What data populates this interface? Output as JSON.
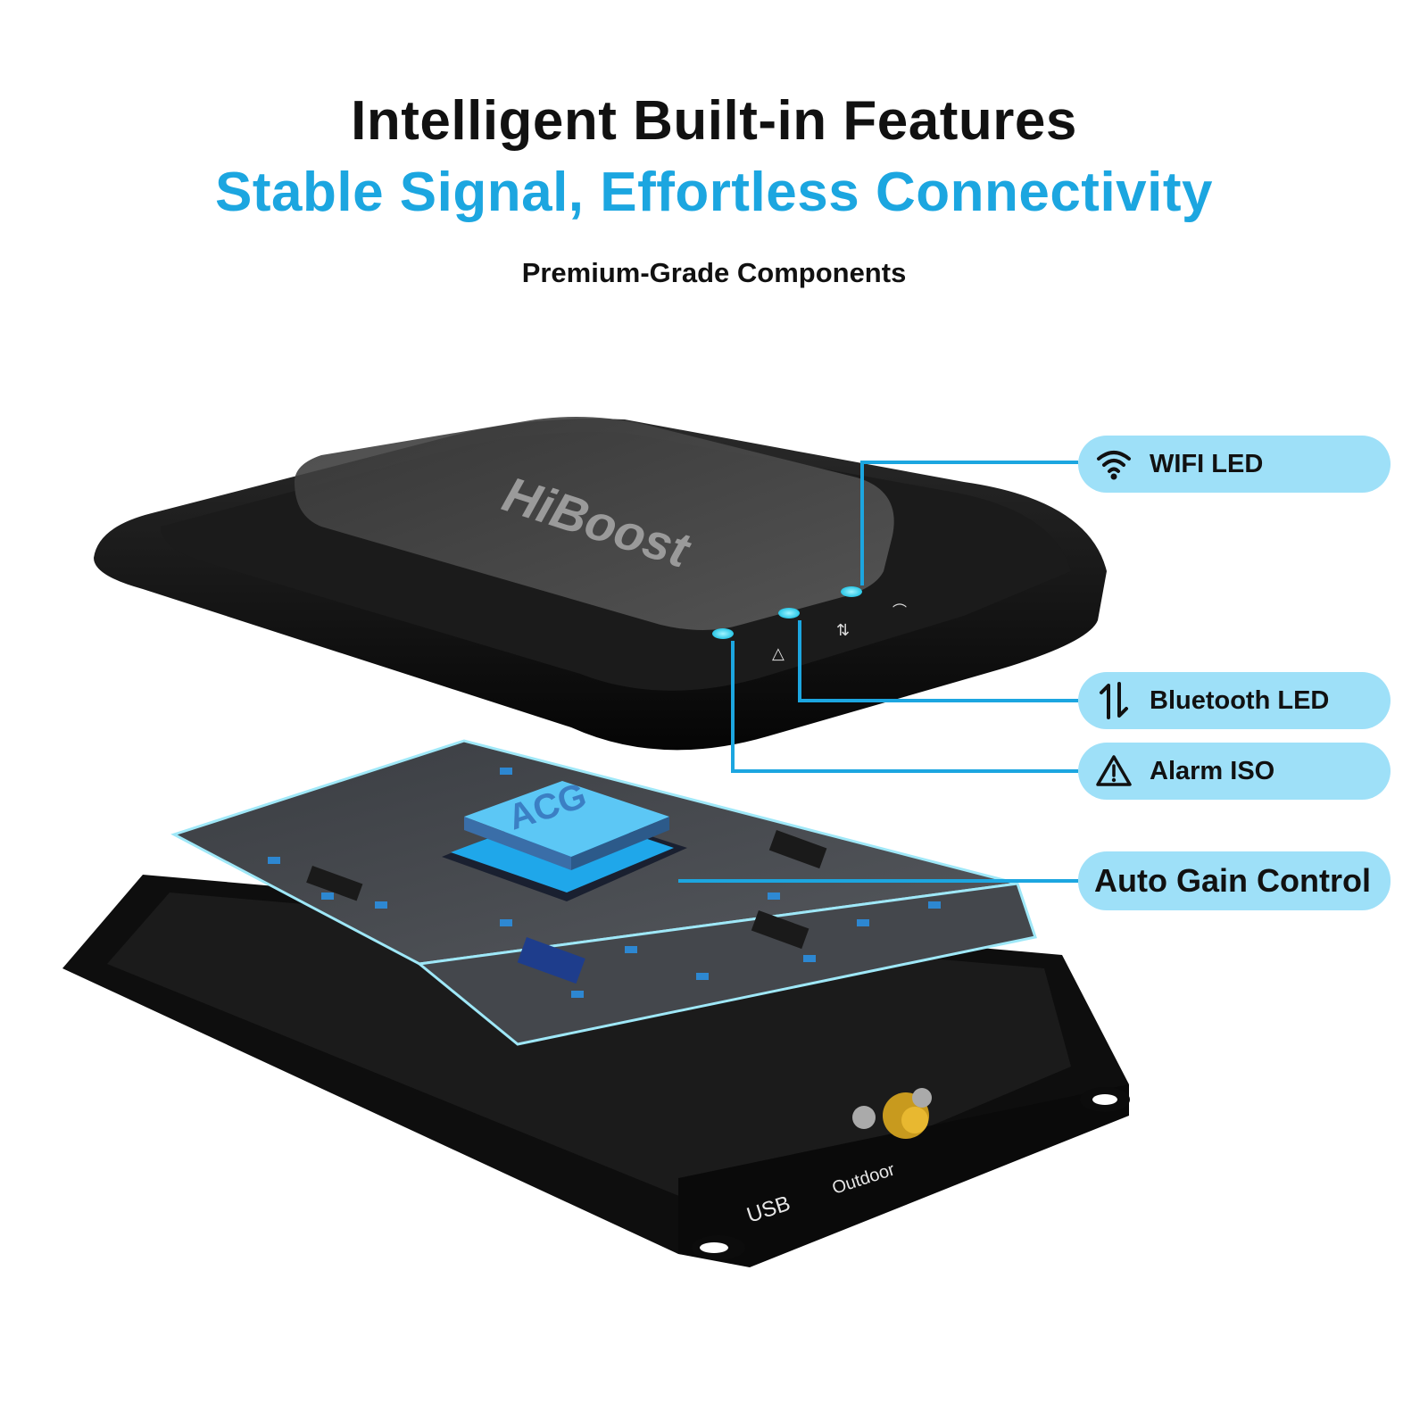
{
  "header": {
    "title": "Intelligent Built-in Features",
    "subtitle": "Stable Signal, Effortless Connectivity",
    "tagline": "Premium-Grade Components"
  },
  "product": {
    "brand_logo": "HiBoost",
    "chip_label": "ACG",
    "port_labels": [
      "USB",
      "Outdoor"
    ]
  },
  "callouts": [
    {
      "label": "WIFI LED",
      "icon": "wifi-icon"
    },
    {
      "label": "Bluetooth LED",
      "icon": "up-down-arrows-icon"
    },
    {
      "label": "Alarm ISO",
      "icon": "warning-triangle-icon"
    },
    {
      "label": "Auto Gain Control",
      "icon": ""
    }
  ],
  "colors": {
    "accent": "#1ca6e0",
    "pill_bg": "#9ee0f8",
    "led": "#3fe0f0",
    "device": "#111111"
  }
}
